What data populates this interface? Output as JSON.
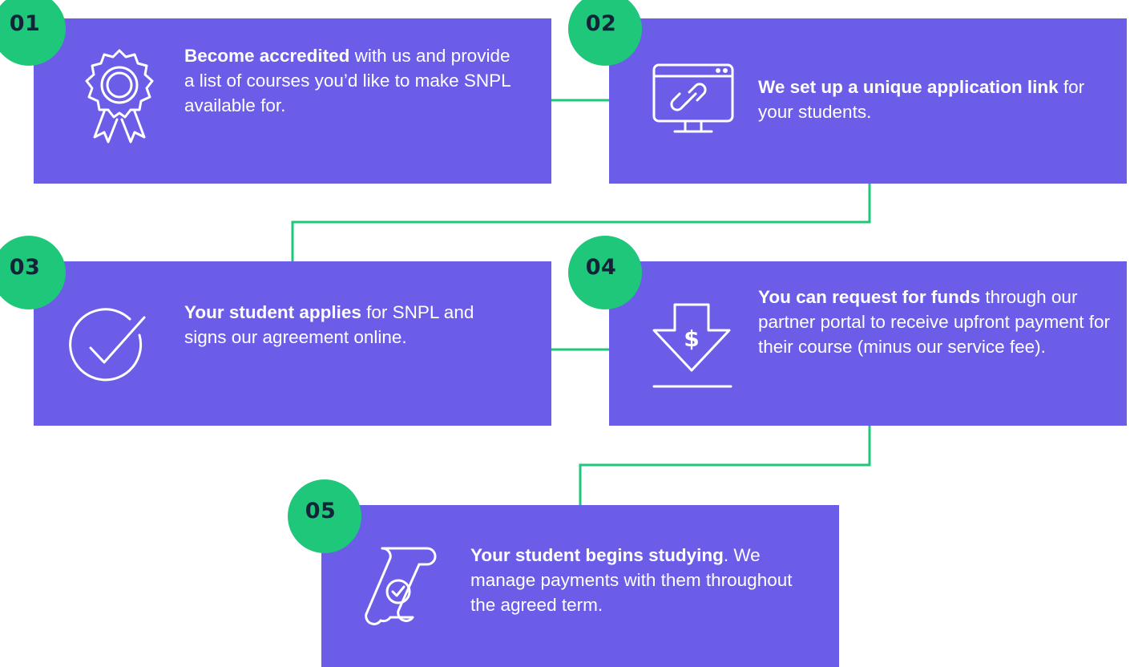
{
  "colors": {
    "card": "#6b5de8",
    "badge": "#1ec77a",
    "badge_text": "#14233a",
    "connector": "#1ec77a",
    "text": "#ffffff"
  },
  "steps": [
    {
      "number": "01",
      "icon": "award-ribbon-icon",
      "lead": "Become accredited",
      "rest": " with us and provide a list of courses you’d like to make SNPL available for."
    },
    {
      "number": "02",
      "icon": "browser-link-icon",
      "lead": "We set up a unique application link",
      "rest": " for your students."
    },
    {
      "number": "03",
      "icon": "check-circle-icon",
      "lead": "Your student applies",
      "rest": " for SNPL and signs our agreement online."
    },
    {
      "number": "04",
      "icon": "download-dollar-icon",
      "lead": "You can request for funds",
      "rest": " through our partner portal to receive upfront payment for their course (minus our service fee)."
    },
    {
      "number": "05",
      "icon": "scroll-check-icon",
      "lead": "Your student begins studying",
      "rest": ". We manage payments with them throughout the agreed term."
    }
  ]
}
